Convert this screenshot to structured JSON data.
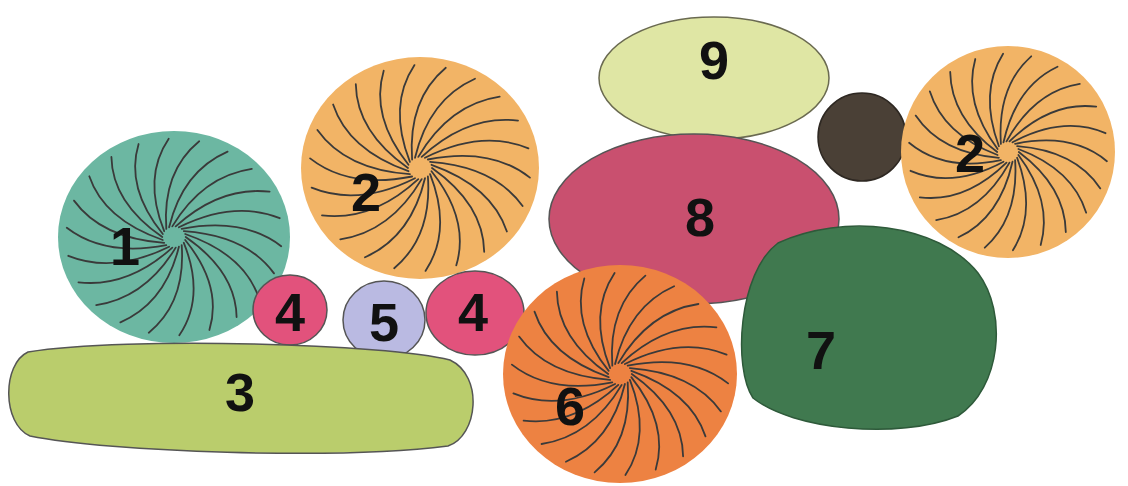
{
  "diagram": {
    "nodes": [
      {
        "text": [
          "9"
        ]
      },
      {
        "text": [
          "2"
        ]
      },
      {
        "text": [
          "2"
        ]
      },
      {
        "text": [
          "8"
        ]
      },
      {
        "text": [
          "1"
        ]
      },
      {
        "text": [
          "4"
        ]
      },
      {
        "text": [
          "5"
        ]
      },
      {
        "text": [
          "4"
        ]
      },
      {
        "text": [
          "7"
        ]
      },
      {
        "text": [
          "3"
        ]
      },
      {
        "text": [
          "6"
        ]
      }
    ]
  }
}
